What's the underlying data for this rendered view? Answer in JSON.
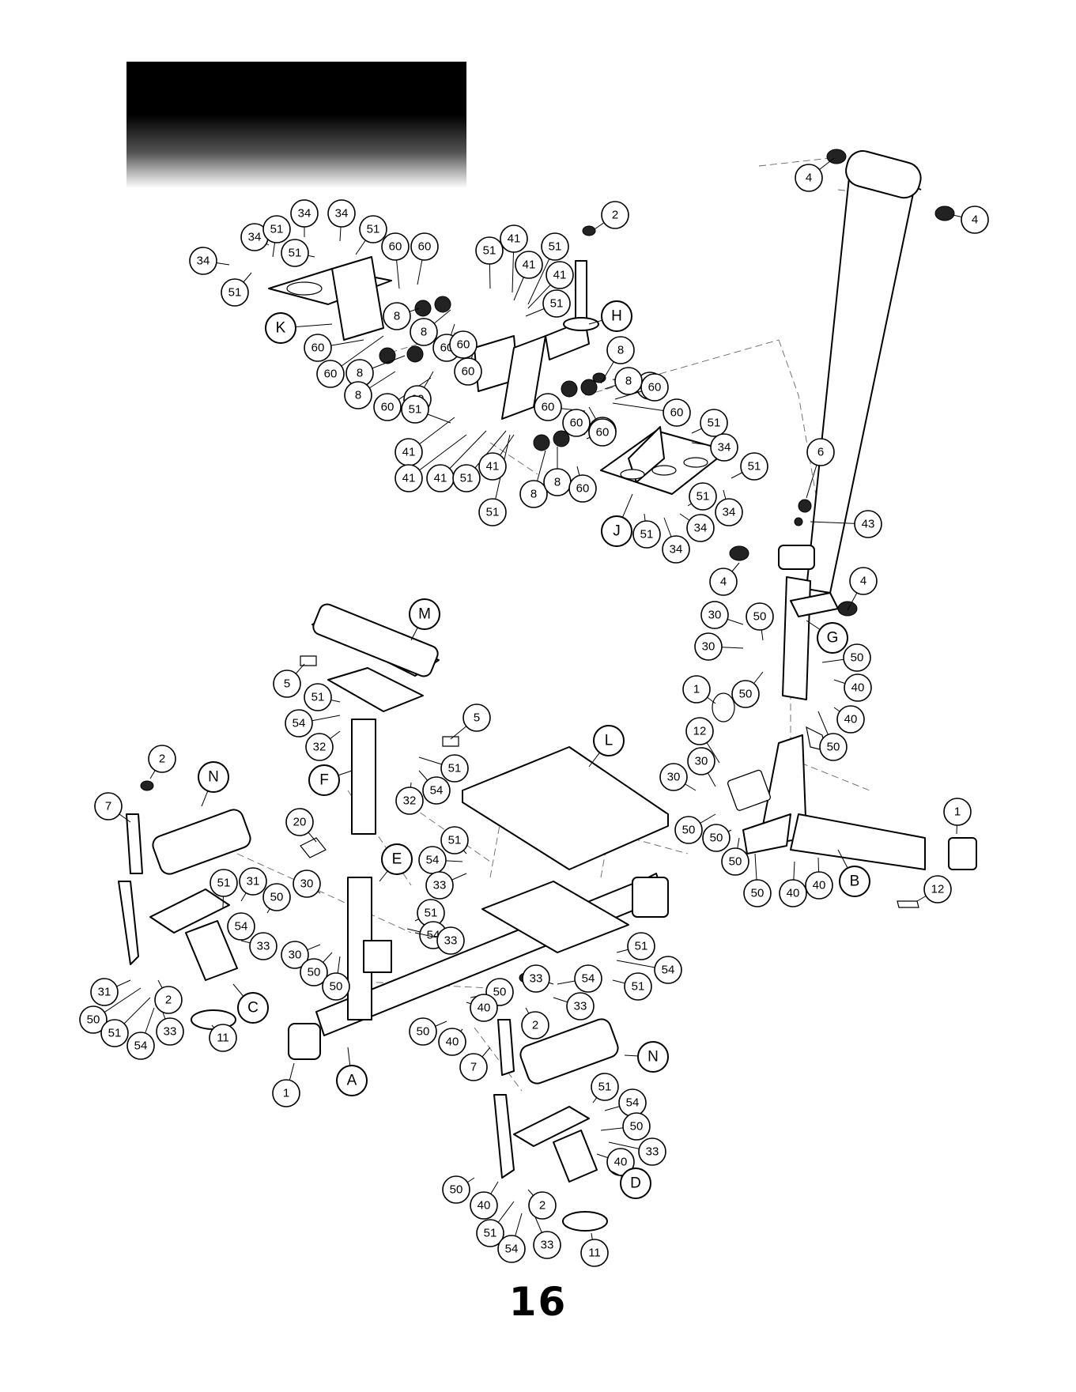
{
  "page": {
    "number": "16"
  },
  "header": {
    "title": ""
  },
  "callouts": {
    "top_left": [
      "34",
      "34",
      "34",
      "34",
      "51",
      "51",
      "51",
      "51",
      "60",
      "60",
      "60",
      "60",
      "8",
      "8",
      "8",
      "8",
      "60",
      "60",
      "60"
    ],
    "center": [
      "2",
      "41",
      "41",
      "41",
      "51",
      "51",
      "51",
      "41",
      "41",
      "41",
      "51",
      "51",
      "51",
      "41",
      "60",
      "60"
    ],
    "top_right": [
      "4",
      "4",
      "6",
      "43",
      "4",
      "4",
      "2",
      "8",
      "8",
      "60",
      "60",
      "60",
      "51",
      "34",
      "51",
      "34",
      "51",
      "34",
      "51",
      "34",
      "60",
      "60",
      "8",
      "8",
      "60",
      "60"
    ],
    "upright": [
      "30",
      "30",
      "50",
      "50",
      "50",
      "40",
      "40",
      "50",
      "1",
      "12",
      "30",
      "30",
      "50",
      "50",
      "50",
      "50",
      "40",
      "40",
      "1",
      "12"
    ],
    "bench": [
      "5",
      "5",
      "51",
      "54",
      "32",
      "51",
      "54",
      "32",
      "51",
      "54",
      "33",
      "51",
      "54",
      "33",
      "51",
      "54",
      "33",
      "54",
      "51",
      "33",
      "50",
      "40",
      "50",
      "40",
      "2",
      "7",
      "20",
      "30",
      "30",
      "50",
      "50"
    ],
    "front": [
      "2",
      "7",
      "51",
      "31",
      "50",
      "54",
      "33",
      "31",
      "50",
      "51",
      "54",
      "33",
      "2",
      "11",
      "1"
    ],
    "bottom": [
      "50",
      "40",
      "51",
      "54",
      "33",
      "2",
      "51",
      "54",
      "33",
      "50",
      "40",
      "11"
    ]
  },
  "parts": {
    "A": "A",
    "B": "B",
    "C": "C",
    "D": "D",
    "E": "E",
    "F": "F",
    "G": "G",
    "H": "H",
    "J": "J",
    "K": "K",
    "L": "L",
    "M": "M",
    "N1": "N",
    "N2": "N"
  }
}
